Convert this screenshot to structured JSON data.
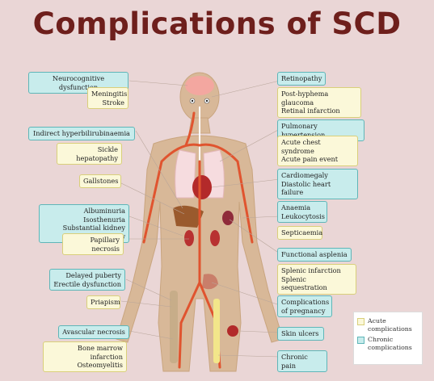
{
  "title": "Complications of SCD",
  "left": [
    {
      "chronic": "Neurocognitive dysfunction",
      "acute": [
        "Meningitis",
        "Stroke"
      ]
    },
    {
      "chronic": "Indirect hyperbilirubinaemia",
      "acute": [
        "Sickle hepatopathy"
      ]
    },
    {
      "acute": [
        "Gallstones"
      ]
    },
    {
      "chronic": [
        "Albuminuria",
        "Isosthenuria",
        "Substantial kidney injury"
      ],
      "acute": [
        "Papillary necrosis"
      ]
    },
    {
      "chronic": [
        "Delayed puberty",
        "Erectile dysfunction"
      ],
      "acute": [
        "Priapism"
      ]
    },
    {
      "chronic": "Avascular necrosis",
      "acute": [
        "Bone marrow infarction",
        "Osteomyelitis"
      ]
    }
  ],
  "right": [
    {
      "chronic": "Retinopathy",
      "acute": [
        "Post-hyphema glaucoma",
        "Retinal infarction"
      ]
    },
    {
      "chronic": "Pulmonary hypertension",
      "acute": [
        "Acute chest syndrome",
        "Acute pain event"
      ]
    },
    {
      "chronic": [
        "Cardiomegaly",
        "Diastolic heart failure"
      ]
    },
    {
      "chronic": [
        "Anaemia",
        "Leukocytosis"
      ],
      "acute": [
        "Septicaemia"
      ]
    },
    {
      "chronic": "Functional asplenia",
      "acute": [
        "Splenic infarction",
        "Splenic sequestration"
      ]
    },
    {
      "chronic": [
        "Complications",
        "of pregnancy"
      ]
    },
    {
      "chronic": "Skin ulcers"
    },
    {
      "chronic": "Chronic pain"
    }
  ],
  "legend": {
    "acute": [
      "Acute",
      "complications"
    ],
    "chronic": [
      "Chronic",
      "complications"
    ]
  },
  "colors": {
    "chronic_fill": "#c8ecec",
    "acute_fill": "#fbf8d9",
    "title": "#6e1f1c",
    "body": "#d8b898",
    "vessel": "#e0542f"
  }
}
